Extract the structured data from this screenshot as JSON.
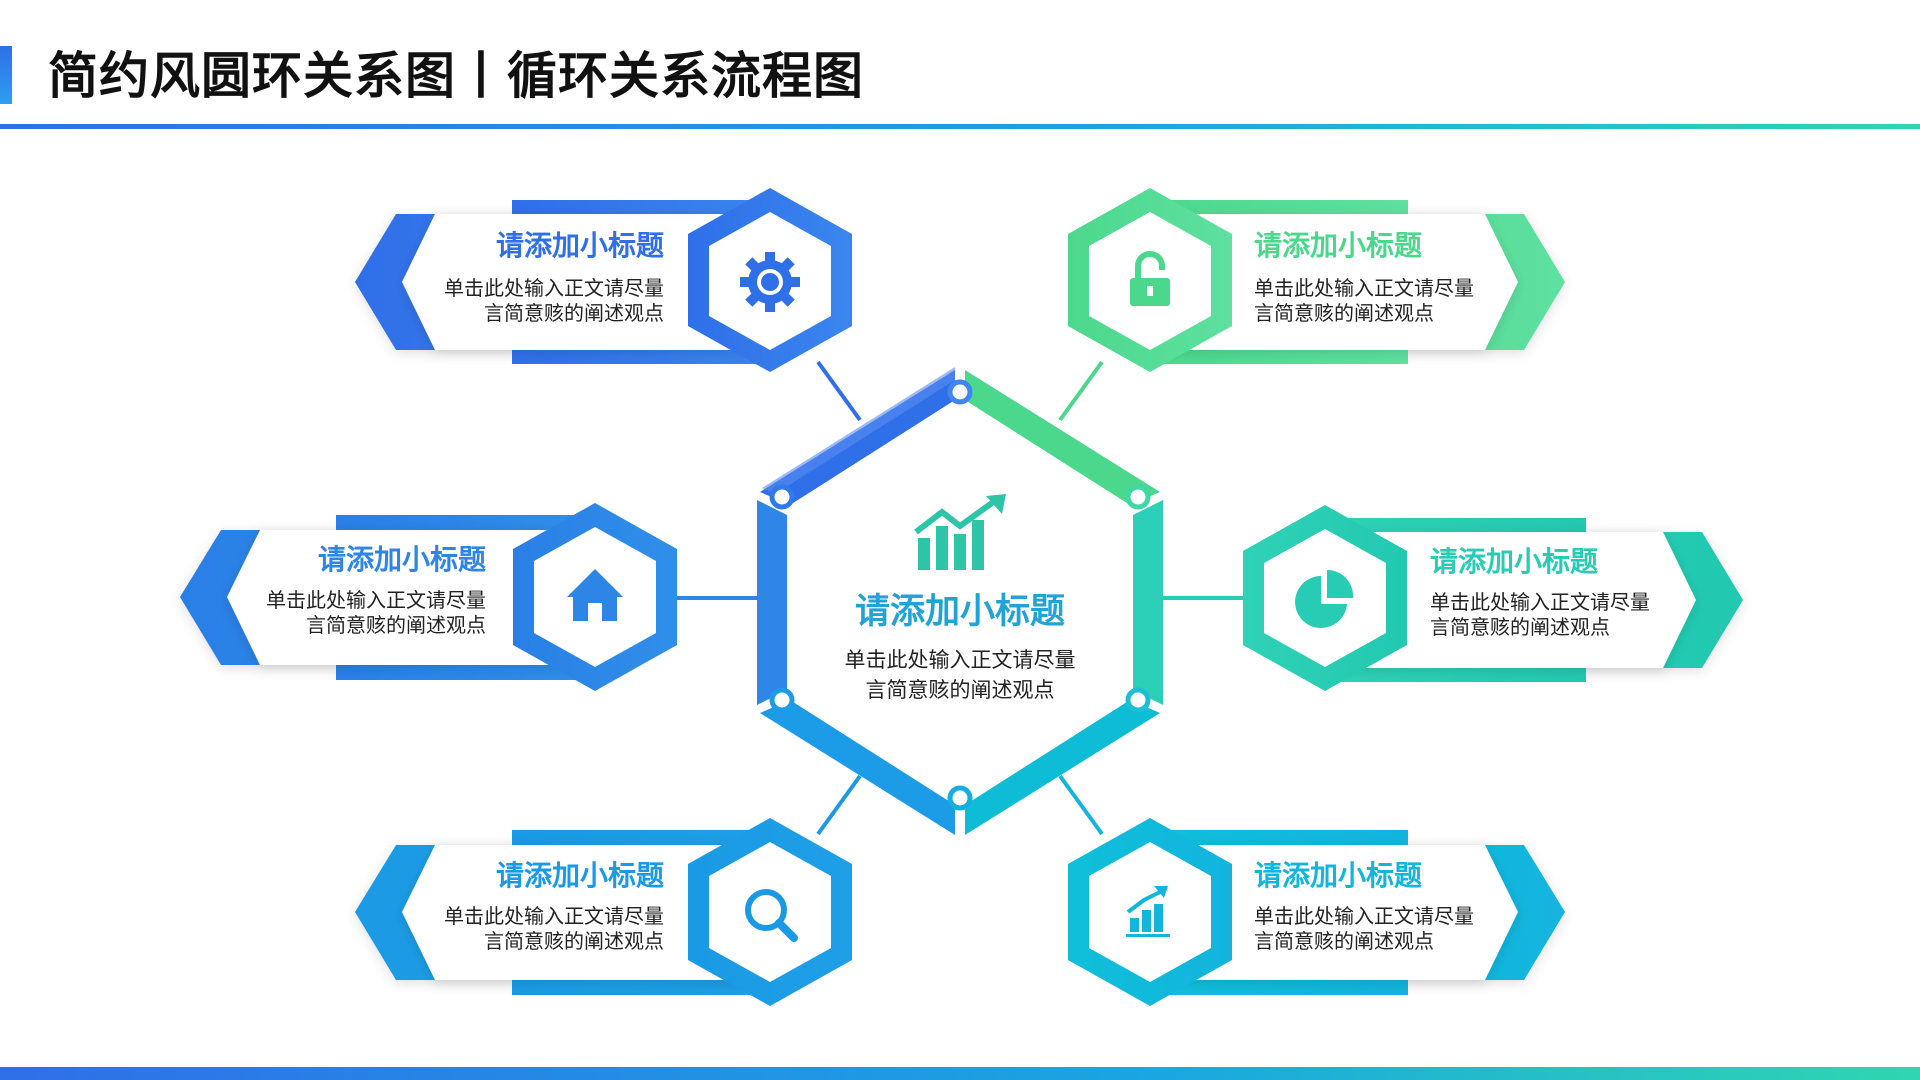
{
  "header": {
    "title": "简约风圆环关系图丨循环关系流程图"
  },
  "center": {
    "title": "请添加小标题",
    "body_line1": "单击此处输入正文请尽量",
    "body_line2": "言简意赅的阐述观点",
    "icon": "bar-chart-trend-icon"
  },
  "nodes": [
    {
      "id": "top-left",
      "title": "请添加小标题",
      "body_line1": "单击此处输入正文请尽量",
      "body_line2": "言简意赅的阐述观点",
      "icon": "gear-icon",
      "color": "#2f6fe8"
    },
    {
      "id": "top-right",
      "title": "请添加小标题",
      "body_line1": "单击此处输入正文请尽量",
      "body_line2": "言简意赅的阐述观点",
      "icon": "unlock-icon",
      "color": "#4cd88c"
    },
    {
      "id": "middle-left",
      "title": "请添加小标题",
      "body_line1": "单击此处输入正文请尽量",
      "body_line2": "言简意赅的阐述观点",
      "icon": "home-icon",
      "color": "#2d86e6"
    },
    {
      "id": "middle-right",
      "title": "请添加小标题",
      "body_line1": "单击此处输入正文请尽量",
      "body_line2": "言简意赅的阐述观点",
      "icon": "pie-chart-icon",
      "color": "#28ccb4"
    },
    {
      "id": "bottom-left",
      "title": "请添加小标题",
      "body_line1": "单击此处输入正文请尽量",
      "body_line2": "言简意赅的阐述观点",
      "icon": "search-icon",
      "color": "#1a9ae4"
    },
    {
      "id": "bottom-right",
      "title": "请添加小标题",
      "body_line1": "单击此处输入正文请尽量",
      "body_line2": "言简意赅的阐述观点",
      "icon": "growth-chart-icon",
      "color": "#12b6dc"
    }
  ]
}
